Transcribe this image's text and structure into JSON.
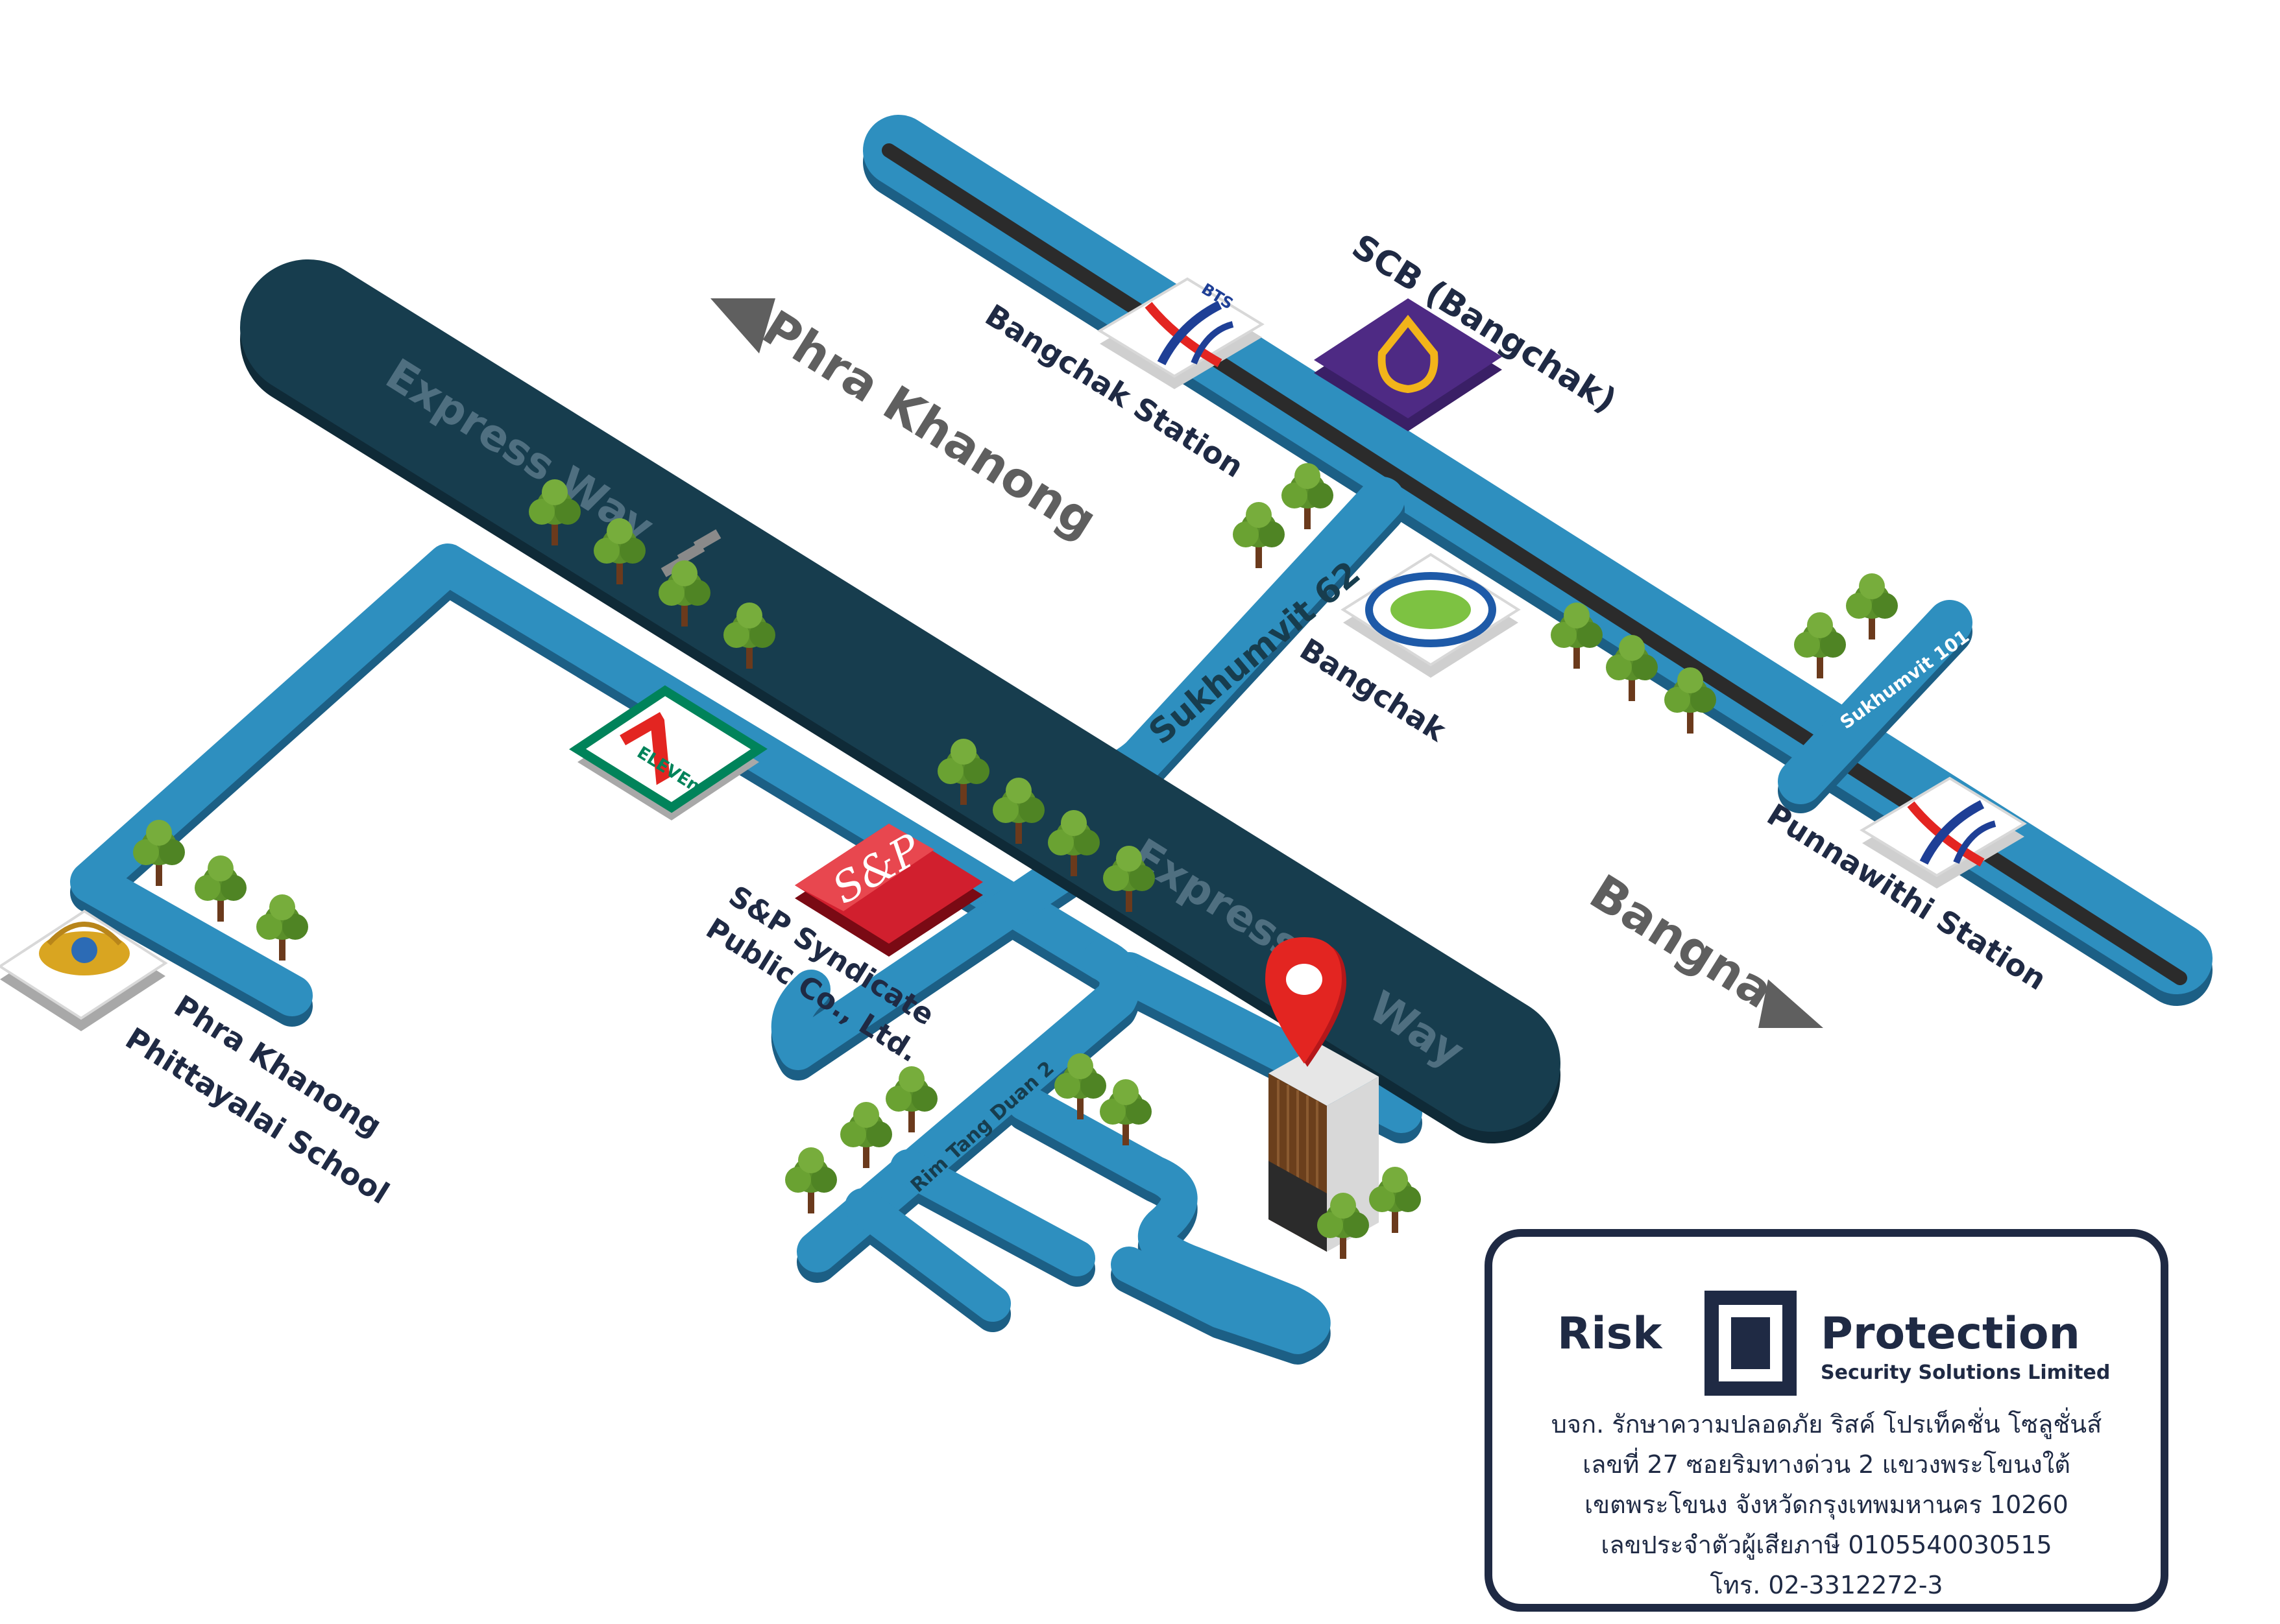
{
  "map": {
    "roads": {
      "expressway_top": "Express Way",
      "expressway_bottom_a": "Express",
      "expressway_bottom_b": "Way",
      "sukhumvit_62": "Sukhumvit 62",
      "sukhumvit_101": "Sukhumvit 101",
      "rim_tang_duan_2": "Rim Tang Duan 2"
    },
    "directions": {
      "phra_khanong": "Phra Khanong",
      "bangna": "Bangna"
    },
    "landmarks": {
      "bts_logo_text": "BTS",
      "bangchak_station": "Bangchak Station",
      "punnawithi_station": "Punnawithi Station",
      "scb": "SCB (Bangchak)",
      "bangchak": "Bangchak",
      "seven_eleven": "ELEVEn",
      "seven_eleven_digit": "7",
      "sp_logo": "S&P",
      "sp_line1": "S&P Syndicate",
      "sp_line2": "Public Co., Ltd.",
      "school_line1": "Phra Khanong",
      "school_line2": "Phittayalai School"
    }
  },
  "company": {
    "name_left": "Risk",
    "name_right": "Protection",
    "subtitle": "Security Solutions Limited",
    "address_lines": [
      "บจก. รักษาความปลอดภัย ริสค์ โปรเท็คชั่น โซลูชั่นส์",
      "เลขที่  27  ซอยริมทางด่วน 2  แขวงพระโขนงใต้",
      "เขตพระโขนง จังหวัดกรุงเทพมหานคร 10260",
      "เลขประจำตัวผู้เสียภาษี 0105540030515",
      "โทร. 02-3312272-3"
    ]
  },
  "colors": {
    "road_blue": "#2e8fbf",
    "road_side": "#1c5f85",
    "expressway": "#173d4e",
    "bts_track": "#2b2b2b",
    "text_navy": "#1f2a44",
    "text_gray": "#5f5f5f",
    "pin_red": "#e32521",
    "scb_purple": "#4e2a84",
    "seven_green": "#00835a",
    "sp_red": "#c8102e"
  }
}
